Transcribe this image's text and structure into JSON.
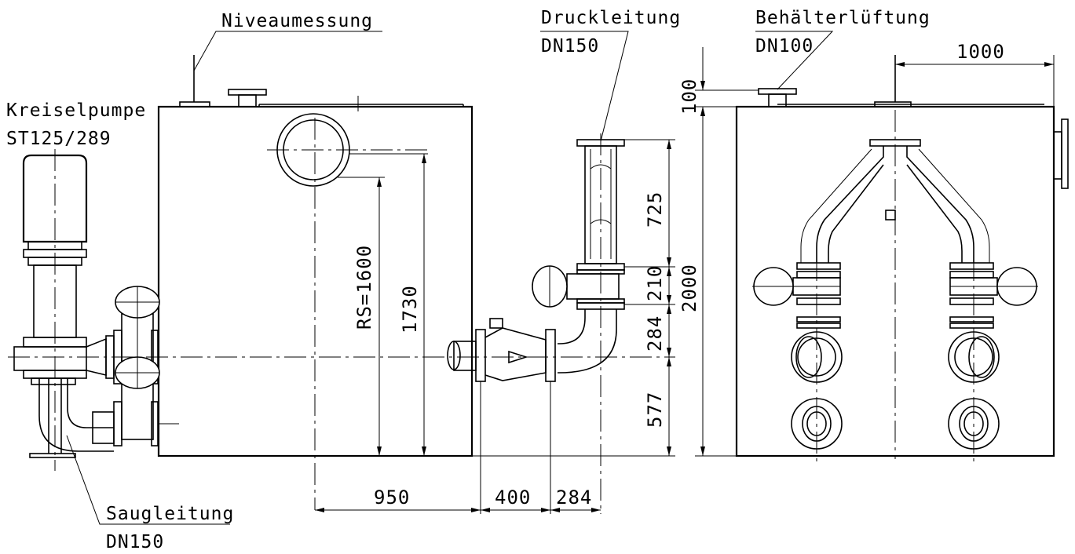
{
  "labels": {
    "niveau": "Niveaumessung",
    "druck_title": "Druckleitung",
    "druck_dn": "DN150",
    "lueftung_title": "Behälterlüftung",
    "lueftung_dn": "DN100",
    "pumpe_title": "Kreiselpumpe",
    "pumpe_type": "ST125/289",
    "saug_title": "Saugleitung",
    "saug_dn": "DN150"
  },
  "dimensions": {
    "rs": "RS=1600",
    "d1730": "1730",
    "d950": "950",
    "d400": "400",
    "d284_bottom": "284",
    "d725": "725",
    "d210": "210",
    "d284_side": "284",
    "d577": "577",
    "d100": "100",
    "d2000": "2000",
    "d1000": "1000"
  }
}
